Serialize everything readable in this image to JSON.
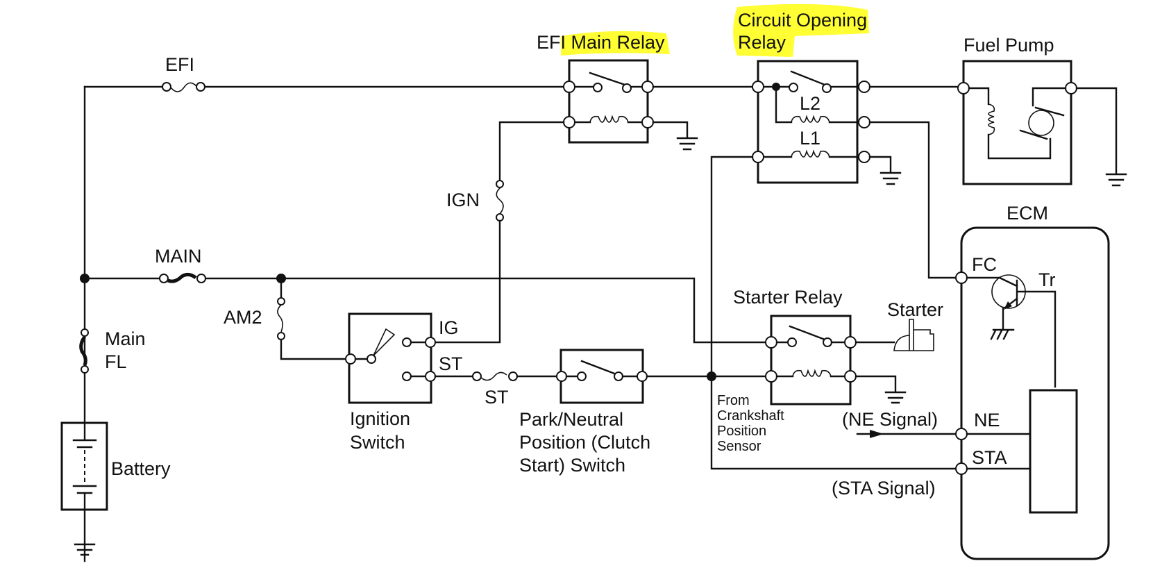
{
  "diagram": {
    "title": "Fuel Pump Control Circuit",
    "highlight_color": "#ffff33",
    "fuses": {
      "efi": "EFI",
      "main": "MAIN",
      "am2": "AM2",
      "ign": "IGN",
      "main_fl_line1": "Main",
      "main_fl_line2": "FL",
      "st": "ST"
    },
    "components": {
      "efi_main_relay": "EFI Main Relay",
      "circuit_opening_relay_line1": "Circuit Opening",
      "circuit_opening_relay_line2": "Relay",
      "coil_l2": "L2",
      "coil_l1": "L1",
      "fuel_pump": "Fuel Pump",
      "ecm": "ECM",
      "battery": "Battery",
      "ignition_switch_line1": "Ignition",
      "ignition_switch_line2": "Switch",
      "ig_terminal": "IG",
      "st_terminal": "ST",
      "pnp_switch_line1": "Park/Neutral",
      "pnp_switch_line2": "Position (Clutch",
      "pnp_switch_line3": "Start) Switch",
      "starter_relay": "Starter Relay",
      "starter": "Starter"
    },
    "ecm_pins": {
      "fc": "FC",
      "tr": "Tr",
      "ne": "NE",
      "sta": "STA"
    },
    "signals": {
      "ne_signal": "(NE Signal)",
      "sta_signal": "(STA Signal)",
      "crank_line1": "From",
      "crank_line2": "Crankshaft",
      "crank_line3": "Position",
      "crank_line4": "Sensor"
    }
  }
}
